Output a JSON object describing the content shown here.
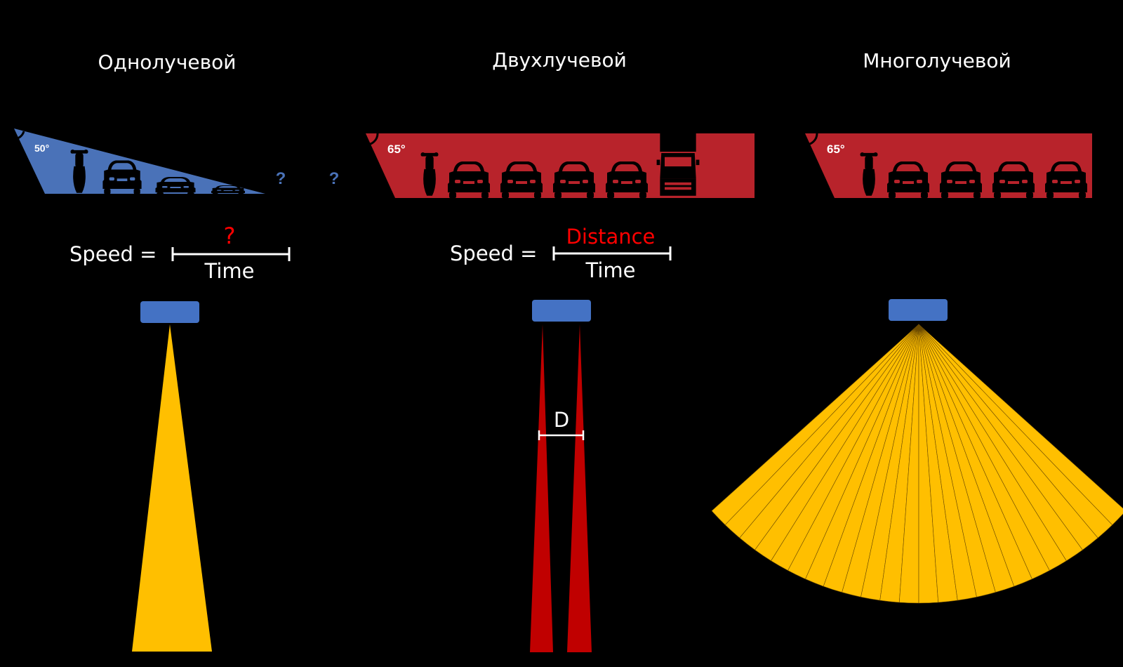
{
  "panels": [
    {
      "title": "Однолучевой",
      "angle_label": "50°",
      "question_marks": [
        "?",
        "?"
      ],
      "formula": {
        "lhs": "Speed =",
        "numerator": "?",
        "denominator": "Time"
      }
    },
    {
      "title": "Двухлучевой",
      "angle_label": "65°",
      "formula": {
        "lhs": "Speed =",
        "numerator": "Distance",
        "denominator": "Time"
      },
      "gap_label": "D"
    },
    {
      "title": "Многолучевой",
      "angle_label": "65°"
    }
  ],
  "colors": {
    "background": "#000000",
    "single_zone": "#4a72b8",
    "dual_zone": "#b8232b",
    "beam_yellow": "#ffbf00",
    "beam_red": "#c00000",
    "radar_box": "#4472c4",
    "numerator_red": "#ff0000"
  },
  "icons": {
    "vehicles": [
      "scooter-icon",
      "car-icon",
      "truck-icon"
    ],
    "radar": "radar-sensor-icon"
  }
}
